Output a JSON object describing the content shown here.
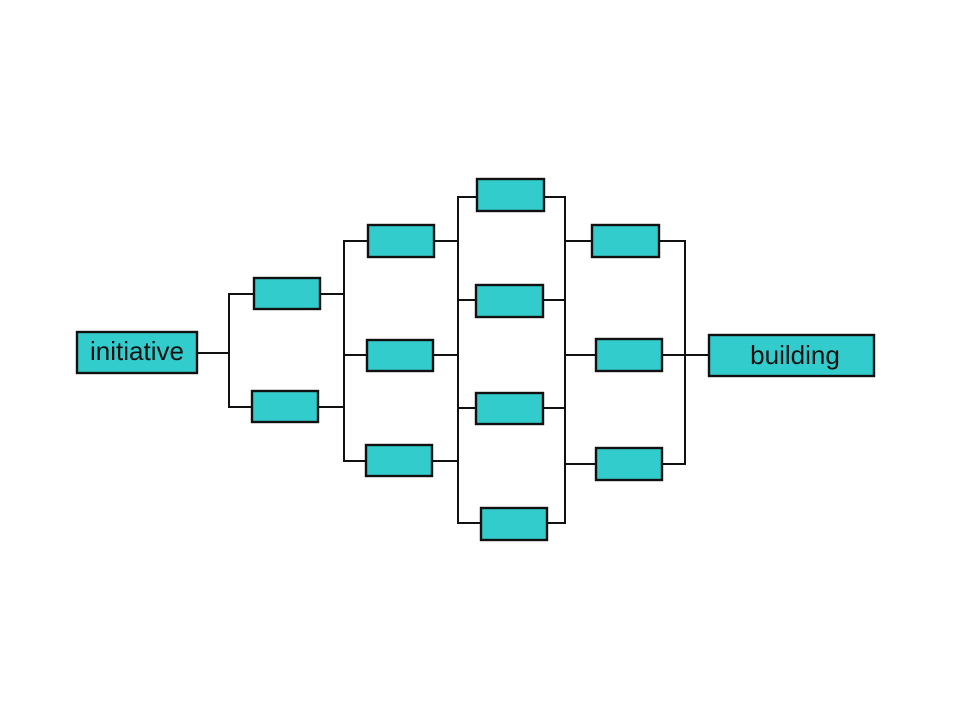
{
  "diagram": {
    "start_label": "initiative",
    "end_label": "building",
    "box_color": "#33cccc",
    "line_color": "#111111",
    "columns": [
      {
        "id": "col-1",
        "box_count": 2
      },
      {
        "id": "col-2",
        "box_count": 3
      },
      {
        "id": "col-3",
        "box_count": 4
      },
      {
        "id": "col-4",
        "box_count": 3
      }
    ]
  }
}
